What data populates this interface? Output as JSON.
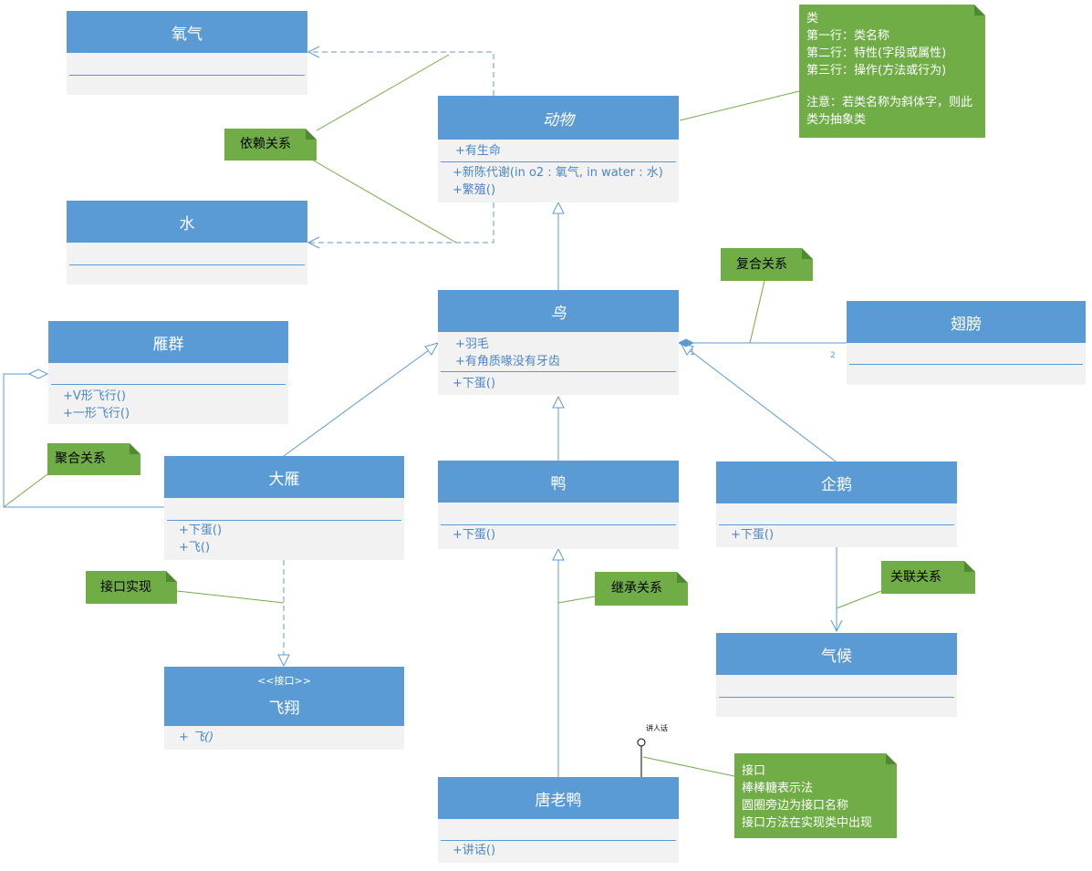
{
  "classes": {
    "oxygen": {
      "name": "氧气"
    },
    "animal": {
      "name": "动物",
      "attrs": [
        "+有生命"
      ],
      "ops": [
        "+新陈代谢(in o2 : 氧气, in water : 水)",
        "+繁殖()"
      ]
    },
    "water": {
      "name": "水"
    },
    "bird": {
      "name": "鸟",
      "attrs": [
        "+羽毛",
        "+有角质喙没有牙齿"
      ],
      "ops": [
        "+下蛋()"
      ]
    },
    "wing": {
      "name": "翅膀"
    },
    "flock": {
      "name": "雁群",
      "ops": [
        "+V形飞行()",
        "+一形飞行()"
      ]
    },
    "goose": {
      "name": "大雁",
      "ops": [
        "+下蛋()",
        "+飞()"
      ]
    },
    "duck": {
      "name": "鸭",
      "ops": [
        "+下蛋()"
      ]
    },
    "penguin": {
      "name": "企鹅",
      "ops": [
        "+下蛋()"
      ]
    },
    "climate": {
      "name": "气候"
    },
    "fly": {
      "stereotype": "<<接口>>",
      "name": "飞翔",
      "ops": [
        "+ 飞()"
      ]
    },
    "donald": {
      "name": "唐老鸭",
      "ops": [
        "+讲话()"
      ]
    }
  },
  "notes": {
    "class_note": [
      "类",
      "第一行：类名称",
      "第二行：特性(字段或属性)",
      "第三行：操作(方法或行为)",
      "",
      "注意：若类名称为斜体字，则此类为抽象类"
    ],
    "dependency": "依赖关系",
    "composition": "复合关系",
    "aggregation": "聚合关系",
    "interface_impl": "接口实现",
    "inheritance": "继承关系",
    "association": "关联关系",
    "lollipop": [
      "接口",
      "棒棒糖表示法",
      "圆圈旁边为接口名称",
      "接口方法在实现类中出现"
    ]
  },
  "labels": {
    "lollipop_name": "讲人话",
    "mult_one": "1",
    "mult_two": "2"
  },
  "colors": {
    "class_header": "#5b9bd5",
    "class_body": "#f2f2f2",
    "note": "#70ad47"
  }
}
